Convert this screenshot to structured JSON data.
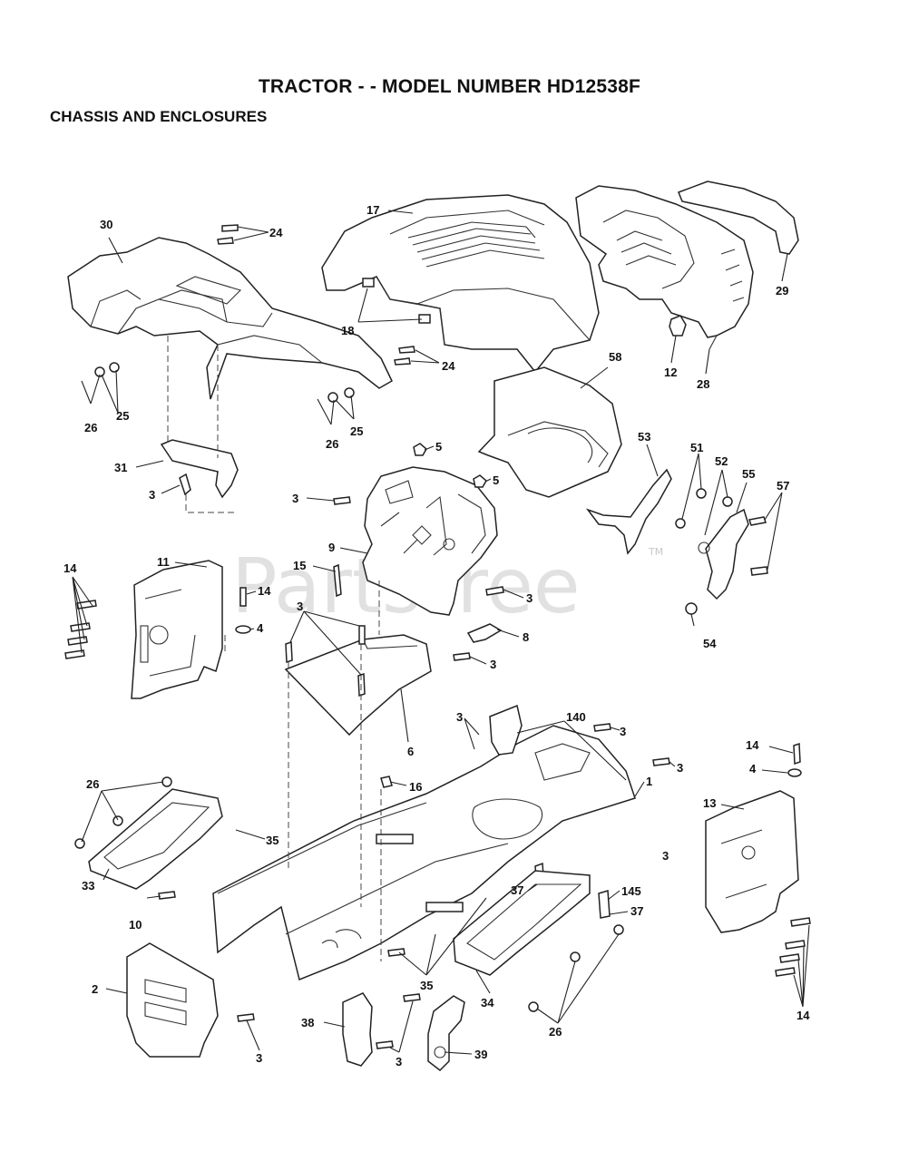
{
  "header": {
    "title": "TRACTOR - - MODEL NUMBER HD12538F",
    "section": "CHASSIS AND ENCLOSURES"
  },
  "watermark": {
    "text": "PartsTree",
    "tm": "TM"
  },
  "callouts": {
    "p30": "30",
    "p24a": "24",
    "p17": "17",
    "p18": "18",
    "p24b": "24",
    "p25a": "25",
    "p26a": "26",
    "p25b": "25",
    "p26b": "26",
    "p29": "29",
    "p12": "12",
    "p28": "28",
    "p58": "58",
    "p31": "31",
    "p3a": "3",
    "p5a": "5",
    "p5b": "5",
    "p3b": "3",
    "p53": "53",
    "p51": "51",
    "p52": "52",
    "p55": "55",
    "p57": "57",
    "p9": "9",
    "p14a": "14",
    "p11": "11",
    "p15": "15",
    "p14b": "14",
    "p4a": "4",
    "p3c": "3",
    "p8": "8",
    "p3d": "3",
    "p3e": "3",
    "p54": "54",
    "p6": "6",
    "p3f": "3",
    "p140": "140",
    "p3g": "3",
    "p3h": "3",
    "p1": "1",
    "p14c": "14",
    "p4b": "4",
    "p13": "13",
    "p26c": "26",
    "p16": "16",
    "p35a": "35",
    "p3i": "3",
    "p33": "33",
    "p10": "10",
    "p37a": "37",
    "p145": "145",
    "p37b": "37",
    "p35b": "35",
    "p34": "34",
    "p2": "2",
    "p26d": "26",
    "p14d": "14",
    "p38": "38",
    "p3j": "3",
    "p3k": "3",
    "p39": "39"
  }
}
